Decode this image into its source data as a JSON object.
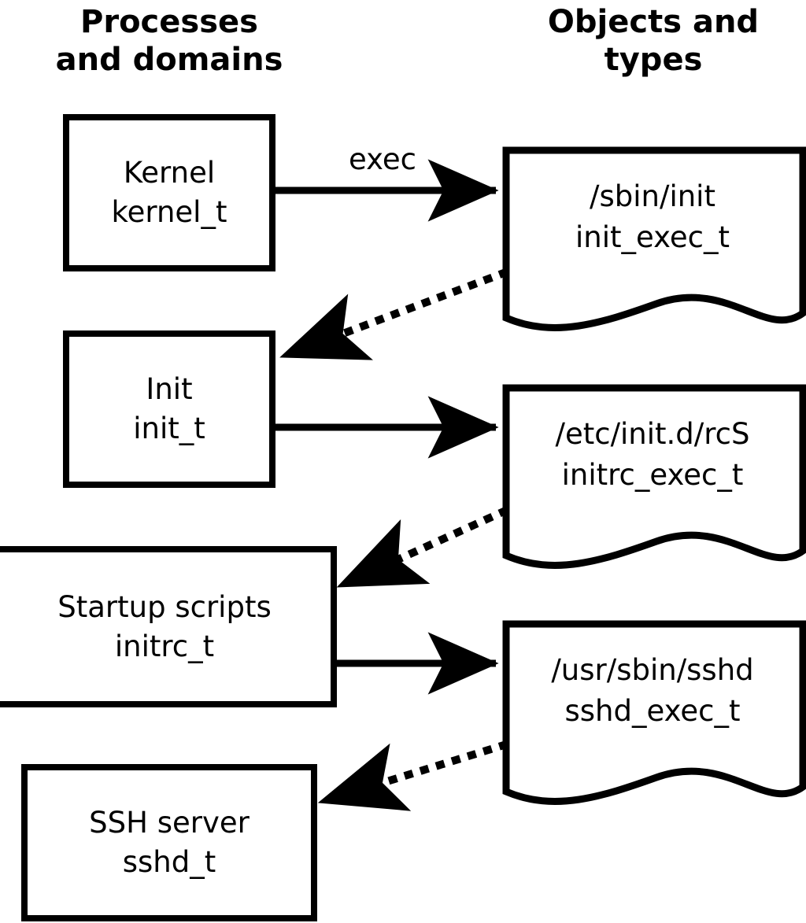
{
  "columns": {
    "left_title": "Processes\nand domains",
    "right_title": "Objects and\ntypes"
  },
  "colors": {
    "stroke": "#000000",
    "background": "#ffffff",
    "text": "#000000"
  },
  "process_boxes": [
    {
      "id": "kernel",
      "name": "Kernel",
      "type": "kernel_t"
    },
    {
      "id": "init",
      "name": "Init",
      "type": "init_t"
    },
    {
      "id": "initrc",
      "name": "Startup scripts",
      "type": "initrc_t"
    },
    {
      "id": "sshd",
      "name": "SSH server",
      "type": "sshd_t"
    }
  ],
  "object_docs": [
    {
      "id": "init_exec",
      "path": "/sbin/init",
      "type": "init_exec_t"
    },
    {
      "id": "initrc_exec",
      "path": "/etc/init.d/rcS",
      "type": "initrc_exec_t"
    },
    {
      "id": "sshd_exec",
      "path": "/usr/sbin/sshd",
      "type": "sshd_exec_t"
    }
  ],
  "edges": [
    {
      "id": "kernel-exec-init_exec",
      "from": "kernel",
      "to": "init_exec",
      "label": "exec",
      "style": "solid"
    },
    {
      "id": "init_exec-transition-init",
      "from": "init_exec",
      "to": "init",
      "label": "",
      "style": "dotted"
    },
    {
      "id": "init-exec-initrc_exec",
      "from": "init",
      "to": "initrc_exec",
      "label": "",
      "style": "solid"
    },
    {
      "id": "initrc_exec-transition",
      "from": "initrc_exec",
      "to": "initrc",
      "label": "",
      "style": "dotted"
    },
    {
      "id": "initrc-exec-sshd_exec",
      "from": "initrc",
      "to": "sshd_exec",
      "label": "",
      "style": "solid"
    },
    {
      "id": "sshd_exec-transition-sshd",
      "from": "sshd_exec",
      "to": "sshd",
      "label": "",
      "style": "dotted"
    }
  ],
  "edge_labels": {
    "exec": "exec"
  }
}
